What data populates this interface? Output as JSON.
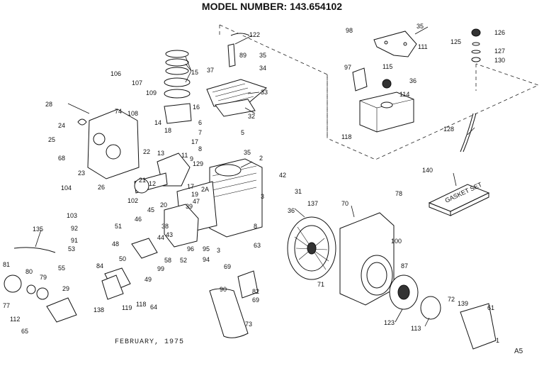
{
  "header": {
    "title": "MODEL NUMBER:  143.654102"
  },
  "footer": {
    "date": "FEBRUARY, 1975",
    "code": "A5"
  },
  "gasket_kit": {
    "label": "GASKET SET"
  },
  "callouts": [
    "122",
    "98",
    "35",
    "126",
    "125",
    "127",
    "130",
    "35",
    "111",
    "37",
    "34",
    "15",
    "97",
    "115",
    "36",
    "106",
    "107",
    "33",
    "114",
    "109",
    "28",
    "74",
    "108",
    "16",
    "14",
    "32",
    "6",
    "24",
    "5",
    "7",
    "18",
    "17",
    "25",
    "8",
    "118",
    "128",
    "68",
    "22",
    "13",
    "11",
    "9",
    "23",
    "2",
    "129",
    "42",
    "21",
    "12",
    "140",
    "104",
    "26",
    "17",
    "2A",
    "31",
    "19",
    "78",
    "3",
    "20",
    "36",
    "137",
    "70",
    "39",
    "103",
    "102",
    "45",
    "46",
    "135",
    "92",
    "51",
    "43",
    "44",
    "96",
    "100",
    "48",
    "91",
    "53",
    "55",
    "50",
    "58",
    "52",
    "95",
    "94",
    "63",
    "69",
    "87",
    "49",
    "99",
    "90",
    "82",
    "81",
    "80",
    "79",
    "77",
    "29",
    "138",
    "119",
    "118",
    "64",
    "69",
    "71",
    "72",
    "139",
    "61",
    "123",
    "113",
    "112",
    "65",
    "73",
    "1",
    "3",
    "8",
    "35",
    "89",
    "84",
    "38",
    "47"
  ]
}
